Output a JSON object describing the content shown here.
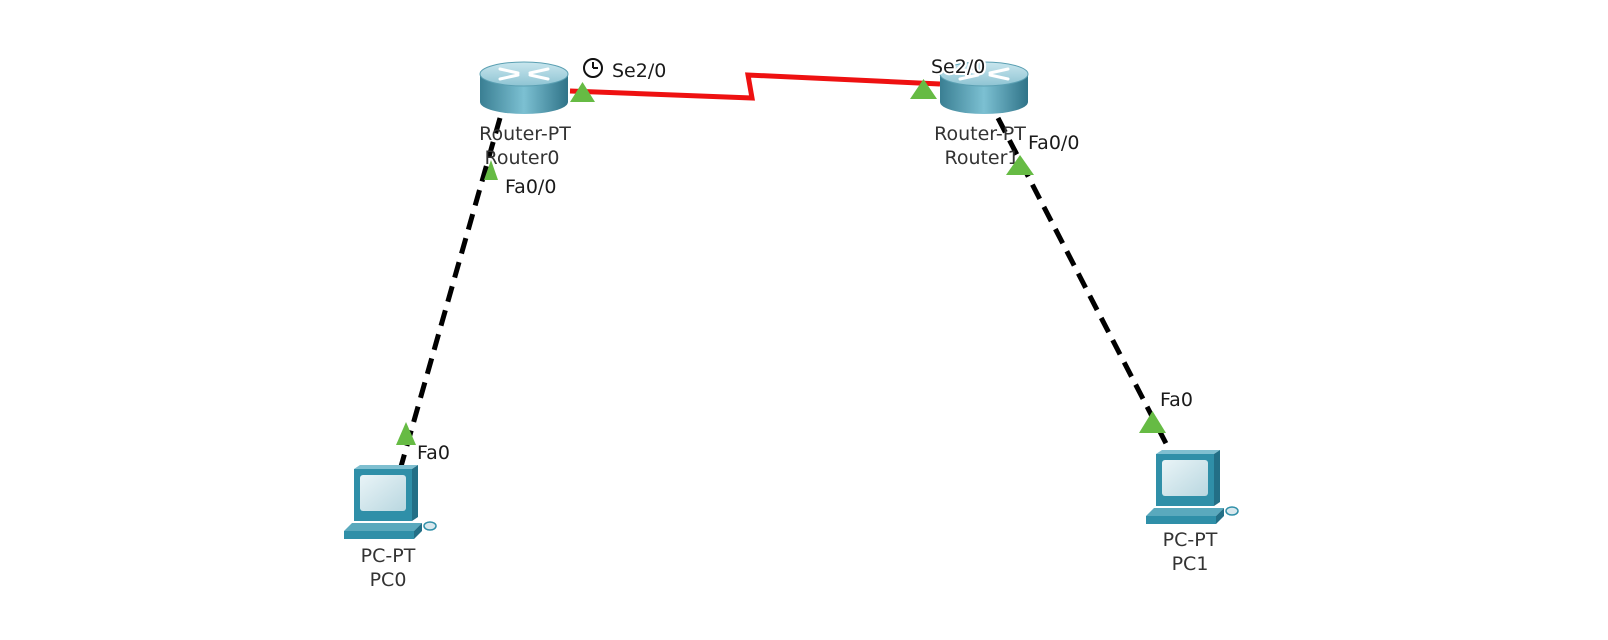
{
  "colors": {
    "serial_link": "#ee1111",
    "ethernet_link": "#000000",
    "link_up_indicator": "#66bb44",
    "router_body": "#4b9bb0",
    "pc_body": "#2f8fa8"
  },
  "icons": {
    "router": "router-icon",
    "pc": "pc-icon",
    "clock": "clock-icon",
    "link_status": "triangle-up-icon"
  },
  "devices": {
    "router0": {
      "type_label": "Router-PT",
      "name": "Router0"
    },
    "router1": {
      "type_label": "Router-PT",
      "name": "Router1"
    },
    "pc0": {
      "type_label": "PC-PT",
      "name": "PC0"
    },
    "pc1": {
      "type_label": "PC-PT",
      "name": "PC1"
    }
  },
  "links": {
    "serial": {
      "kind": "serial",
      "router0_port": "Se2/0",
      "router1_port": "Se2/0",
      "dce_clock_on": "router0"
    },
    "ethernet_left": {
      "kind": "copper-straight-through",
      "router_port": "Fa0/0",
      "pc_port": "Fa0"
    },
    "ethernet_right": {
      "kind": "copper-straight-through",
      "router_port": "Fa0/0",
      "pc_port": "Fa0"
    }
  }
}
